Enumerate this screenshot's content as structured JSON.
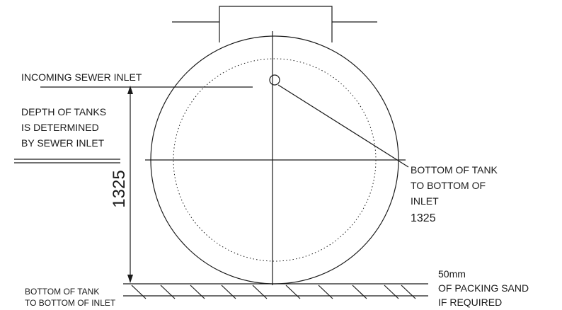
{
  "labels": {
    "incoming_sewer_inlet": "INCOMING SEWER INLET",
    "depth_note": [
      "DEPTH OF TANKS",
      "IS DETERMINED",
      "BY SEWER INLET"
    ],
    "dimension_value": "1325",
    "callout": [
      "BOTTOM OF TANK",
      "TO BOTTOM OF",
      "INLET",
      "1325"
    ],
    "bottom_left": [
      "BOTTOM OF TANK",
      "TO BOTTOM OF INLET"
    ],
    "sand_note": [
      "50mm",
      "OF PACKING  SAND",
      "IF REQUIRED"
    ]
  },
  "colors": {
    "line": "#1a1a1a",
    "background": "#ffffff"
  }
}
